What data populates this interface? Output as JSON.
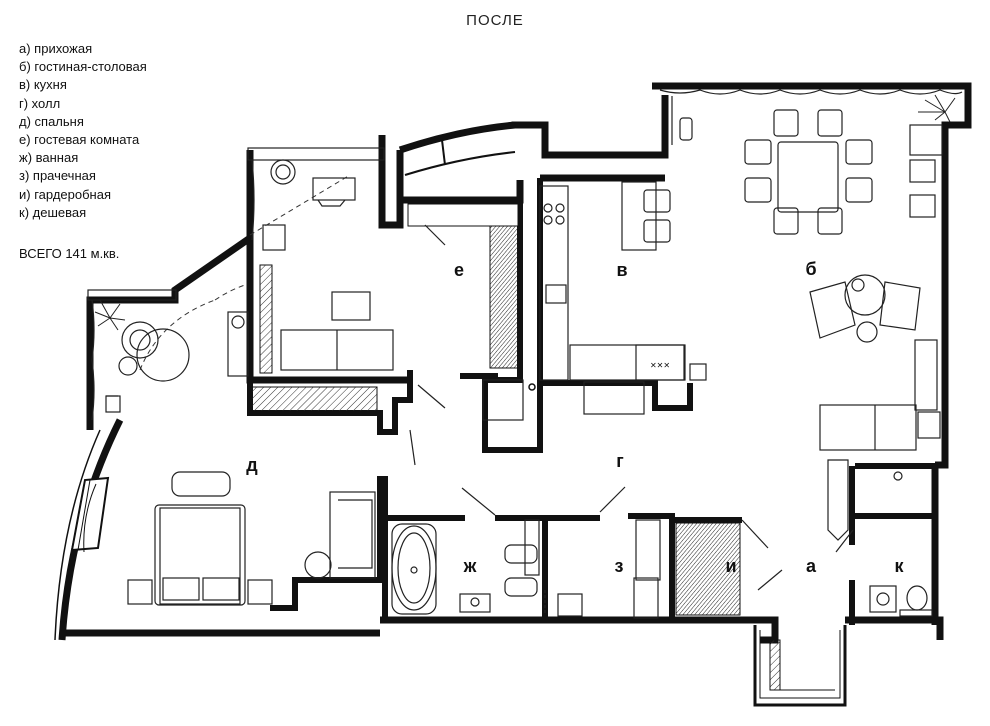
{
  "title": "ПОСЛЕ",
  "legend": [
    "а) прихожая",
    "б) гостиная-столовая",
    "в) кухня",
    "г) холл",
    "д) спальня",
    "е) гостевая комната",
    "ж) ванная",
    "з) прачечная",
    "и) гардеробная",
    "к) дешевая"
  ],
  "total_area": "ВСЕГО 141 м.кв.",
  "rooms": {
    "a": "а",
    "b": "б",
    "v": "в",
    "g": "г",
    "d": "д",
    "e": "е",
    "zh": "ж",
    "z": "з",
    "i": "и",
    "k": "к"
  },
  "stove_label": "✕✕✕"
}
